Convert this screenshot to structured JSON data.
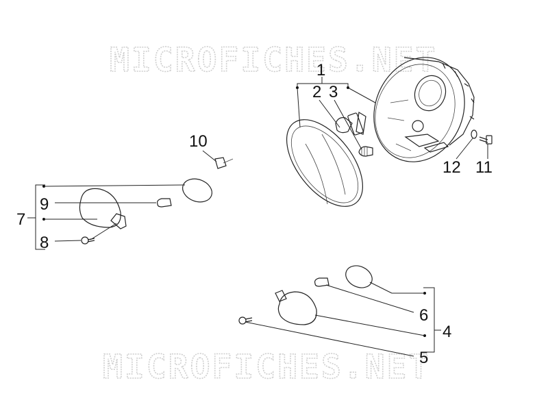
{
  "watermark": {
    "top_text": "MICROFICHES.NET",
    "bottom_text": "MICROFICHES.NET"
  },
  "callouts": {
    "c1": "1",
    "c2": "2",
    "c3": "3",
    "c4": "4",
    "c5": "5",
    "c6": "6",
    "c7": "7",
    "c8": "8",
    "c9": "9",
    "c10": "10",
    "c11": "11",
    "c12": "12"
  },
  "colors": {
    "line": "#222222",
    "watermark": "#cfcfcf",
    "background": "#ffffff"
  }
}
